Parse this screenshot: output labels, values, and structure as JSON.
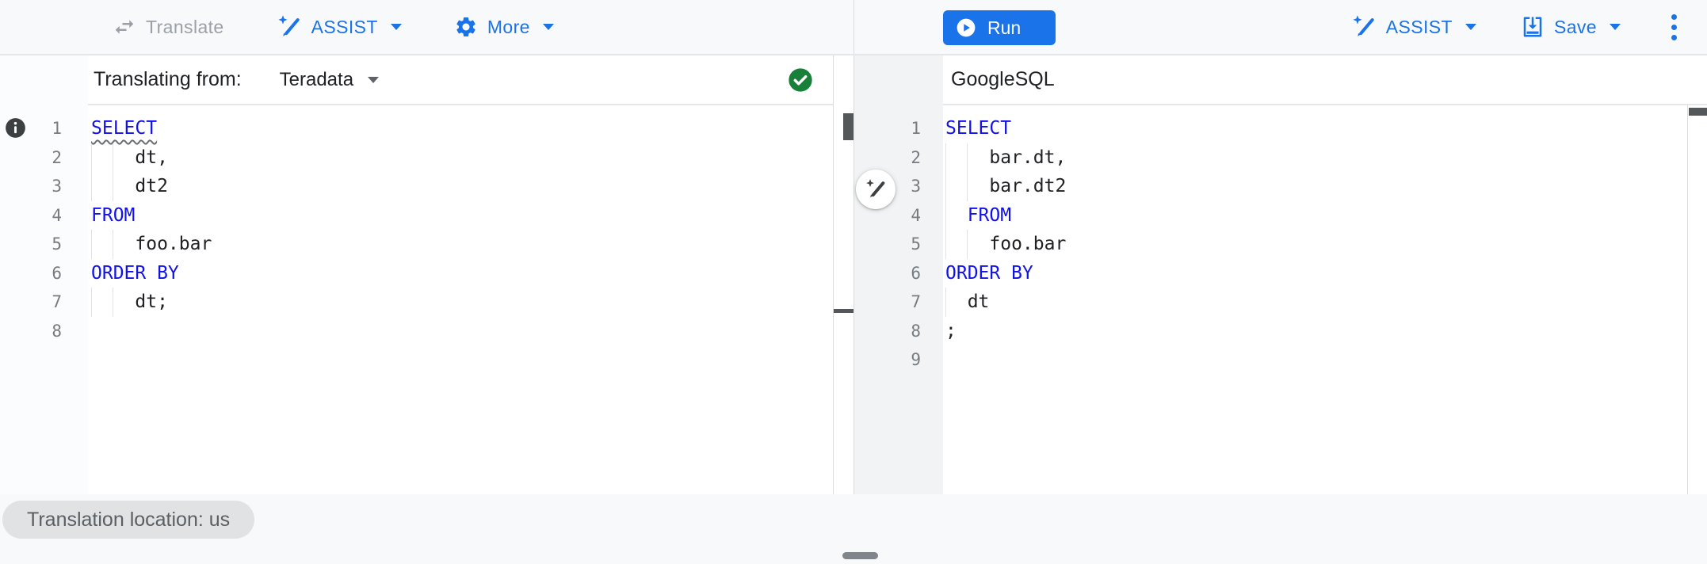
{
  "toolbar": {
    "translate_label": "Translate",
    "assist_label": "ASSIST",
    "more_label": "More",
    "run_label": "Run",
    "assist_right_label": "ASSIST",
    "save_label": "Save"
  },
  "left_panel": {
    "header_label": "Translating from:",
    "dialect_selected": "Teradata",
    "status": "translation-valid",
    "lines": [
      [
        [
          "SELECT",
          "kw sq"
        ]
      ],
      [
        [
          "    ",
          "ws g2"
        ],
        [
          "dt,",
          ""
        ]
      ],
      [
        [
          "    ",
          "ws g2"
        ],
        [
          "dt2",
          ""
        ]
      ],
      [
        [
          "FROM",
          "kw"
        ]
      ],
      [
        [
          "    ",
          "ws g2"
        ],
        [
          "foo.bar",
          ""
        ]
      ],
      [
        [
          "ORDER BY",
          "kw"
        ]
      ],
      [
        [
          "    ",
          "ws g2"
        ],
        [
          "dt;",
          ""
        ]
      ],
      []
    ]
  },
  "right_panel": {
    "title": "GoogleSQL",
    "lines": [
      [
        [
          "SELECT",
          "kw"
        ]
      ],
      [
        [
          "    ",
          "ws g2"
        ],
        [
          "bar.dt,",
          ""
        ]
      ],
      [
        [
          "    ",
          "ws g2"
        ],
        [
          "bar.dt2",
          ""
        ]
      ],
      [
        [
          "  ",
          "ws g1"
        ],
        [
          "FROM",
          "kw"
        ]
      ],
      [
        [
          "    ",
          "ws g2"
        ],
        [
          "foo.bar",
          ""
        ]
      ],
      [
        [
          "ORDER BY",
          "kw"
        ]
      ],
      [
        [
          "  ",
          "ws g1"
        ],
        [
          "dt",
          ""
        ]
      ],
      [
        [
          ";",
          ""
        ]
      ],
      []
    ]
  },
  "footer": {
    "location_chip": "Translation location: us"
  },
  "colors": {
    "accent_blue": "#1a73e8",
    "keyword_blue": "#1111e8",
    "success_green": "#188038",
    "disabled_gray": "#9aa0a6",
    "text_dark": "#202124"
  }
}
